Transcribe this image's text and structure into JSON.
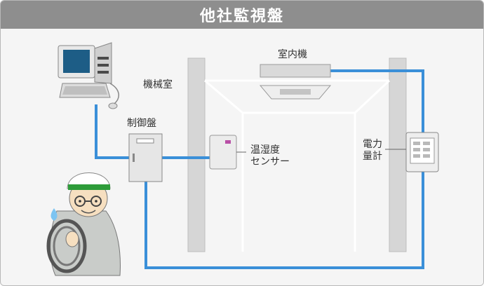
{
  "title": "他社監視盤",
  "labels": {
    "machine_room": "機械室",
    "control_panel": "制御盤",
    "indoor_unit": "室内機",
    "sensor_line1": "温湿度",
    "sensor_line2": "センサー",
    "meter_line1": "電力",
    "meter_line2": "量計"
  },
  "colors": {
    "cable": "#3a8fd8",
    "title_bar": "#8e8e8e",
    "helmet_band": "#2e9c3a",
    "room_line": "#ffffff"
  },
  "icons": [
    "computer-icon",
    "control-panel-icon",
    "indoor-unit-icon",
    "sensor-icon",
    "power-meter-icon",
    "worker-illustration"
  ]
}
